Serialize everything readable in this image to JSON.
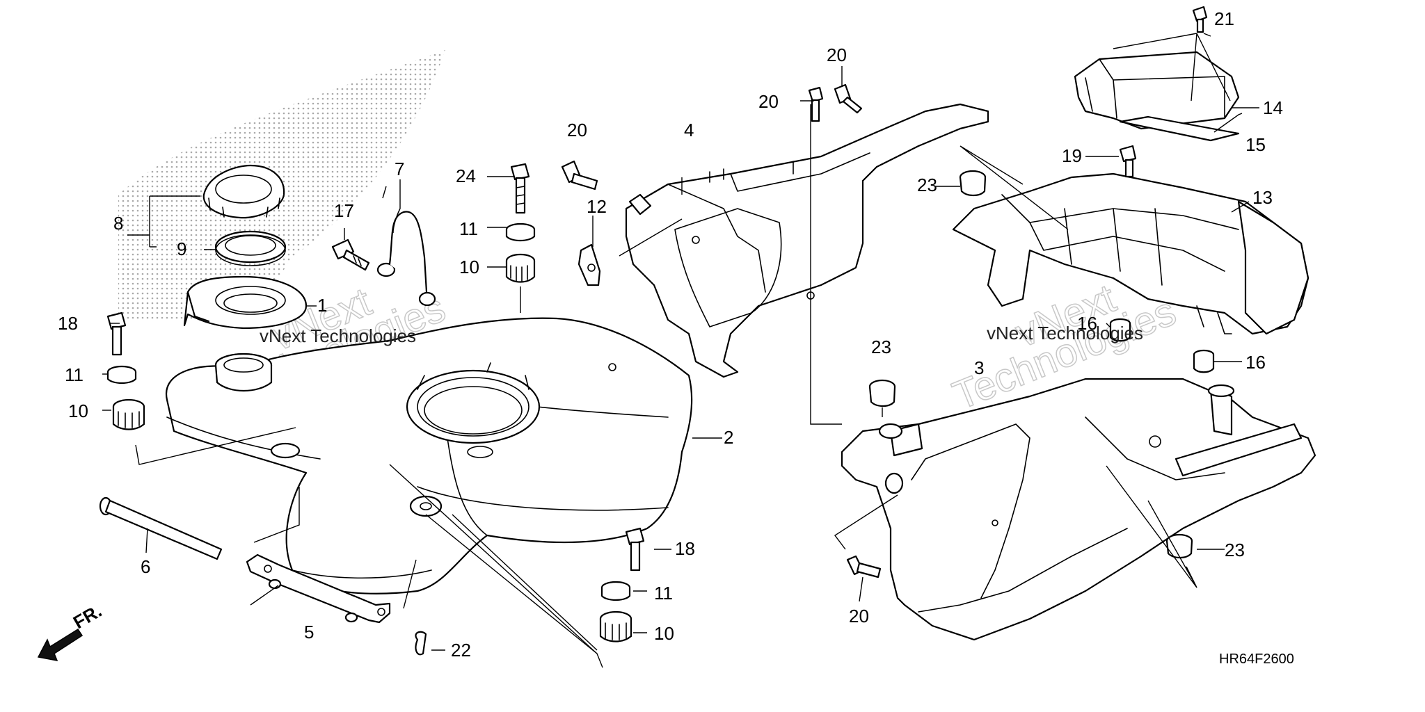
{
  "diagram_code": "HR64F2600",
  "front_marker": "FR.",
  "watermark_text": "vNext Technologies",
  "watermark_outline": [
    "vNext",
    "Technologies"
  ],
  "labels": {
    "l1": "1",
    "l2": "2",
    "l3": "3",
    "l4": "4",
    "l5": "5",
    "l6": "6",
    "l7": "7",
    "l8": "8",
    "l9": "9",
    "l10a": "10",
    "l10b": "10",
    "l10c": "10",
    "l11a": "11",
    "l11b": "11",
    "l11c": "11",
    "l12": "12",
    "l13": "13",
    "l14": "14",
    "l15": "15",
    "l16a": "16",
    "l16b": "16",
    "l17": "17",
    "l18a": "18",
    "l18b": "18",
    "l19": "19",
    "l20a": "20",
    "l20b": "20",
    "l20c": "20",
    "l20d": "20",
    "l21": "21",
    "l22": "22",
    "l23a": "23",
    "l23b": "23",
    "l23c": "23",
    "l24": "24"
  },
  "colors": {
    "line": "#000000",
    "background": "#ffffff",
    "stipple": "#9a9a9a"
  }
}
